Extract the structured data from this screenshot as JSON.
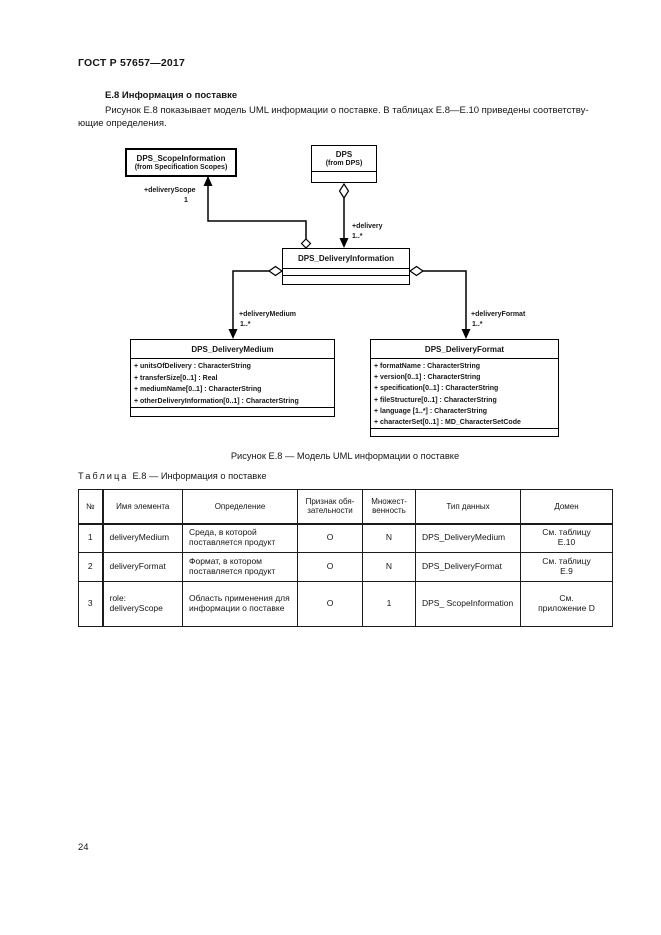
{
  "page": {
    "header": "ГОСТ Р 57657—2017",
    "number": "24"
  },
  "section": {
    "heading": "Е.8 Информация о поставке",
    "paragraph_line1": "Рисунок Е.8 показывает модель UML информации о поставке. В таблицах Е.8—Е.10 приведены соответству-",
    "paragraph_line2": "ющие определения."
  },
  "figure": {
    "caption": "Рисунок Е.8 — Модель UML информации о поставке"
  },
  "diagram": {
    "scope_box": {
      "title": "DPS_ScopeInformation",
      "subtitle": "(from Specification Scopes)"
    },
    "dps_box": {
      "title": "DPS",
      "subtitle": "(from DPS)"
    },
    "info_box": {
      "title": "DPS_DeliveryInformation"
    },
    "medium_box": {
      "title": "DPS_DeliveryMedium",
      "attributes": [
        "+ unitsOfDelivery : CharacterString",
        "+ transferSize[0..1] : Real",
        "+ mediumName[0..1] : CharacterString",
        "+ otherDeliveryInformation[0..1] : CharacterString"
      ]
    },
    "format_box": {
      "title": "DPS_DeliveryFormat",
      "attributes": [
        "+ formatName : CharacterString",
        "+ version[0..1] : CharacterString",
        "+ specification[0..1] : CharacterString",
        "+ fileStructure[0..1] : CharacterString",
        "+ language [1..*] : CharacterString",
        "+ characterSet[0..1] : MD_CharacterSetCode"
      ]
    },
    "labels": {
      "delivery_scope": {
        "role": "+deliveryScope",
        "mult": "1"
      },
      "delivery": {
        "role": "+delivery",
        "mult": "1..*"
      },
      "delivery_medium": {
        "role": "+deliveryMedium",
        "mult": "1..*"
      },
      "delivery_format": {
        "role": "+deliveryFormat",
        "mult": "1..*"
      }
    }
  },
  "table": {
    "title_label": "Таблица",
    "title_text": "Е.8 — Информация о поставке",
    "headers": [
      "№",
      "Имя элемента",
      "Определение",
      "Признак обя-зательности",
      "Множест-венность",
      "Тип данных",
      "Домен"
    ],
    "rows": [
      [
        "1",
        "deliveryMedium",
        "Среда, в которой поставляется продукт",
        "О",
        "N",
        "DPS_DeliveryMedium",
        "См. таблицу Е.10"
      ],
      [
        "2",
        "deliveryFormat",
        "Формат, в котором поставляется продукт",
        "О",
        "N",
        "DPS_DeliveryFormat",
        "См. таблицу Е.9"
      ],
      [
        "3",
        "role: deliveryScope",
        "Область применения для информации о поставке",
        "О",
        "1",
        "DPS_ ScopeInformation",
        "См. приложение D"
      ]
    ]
  }
}
